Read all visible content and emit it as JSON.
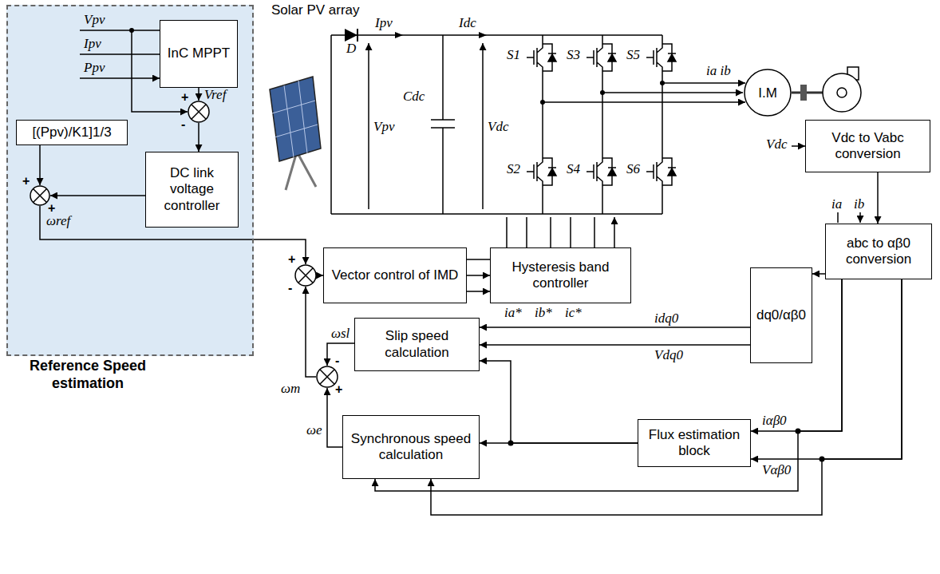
{
  "diagram": {
    "nodes": [
      {
        "text": [
          "Reference Speed estimation"
        ]
      },
      {
        "text": [
          "InC MPPT"
        ],
        "in": 0
      },
      {
        "text": [
          "+",
          "-"
        ],
        "in": 0
      },
      {
        "text": [
          "DC link voltage controller"
        ],
        "in": 0
      },
      {
        "text": [
          "[(Ppv)/K1]1/3"
        ],
        "in": 0
      },
      {
        "text": [
          "+",
          "+"
        ],
        "in": 0
      },
      {
        "text": [
          "+",
          "-"
        ]
      },
      {
        "text": [
          "Vector control of IMD"
        ]
      },
      {
        "text": [
          "Hysteresis band controller"
        ]
      },
      {
        "text": [
          "Vdc to Vabc conversion"
        ]
      },
      {
        "text": [
          "abc to αβ0 conversion"
        ]
      },
      {
        "text": [
          "dq0/αβ0"
        ]
      },
      {
        "text": [
          "Slip speed calculation"
        ]
      },
      {
        "text": [
          "-",
          "+"
        ]
      },
      {
        "text": [
          "Synchronous speed calculation"
        ]
      },
      {
        "text": [
          "Flux estimation block"
        ]
      },
      {
        "text": [
          "I.M"
        ]
      }
    ],
    "edges": [
      {
        "from": 1,
        "to": 2,
        "arrow": "to",
        "label": "Vref"
      },
      {
        "from": 2,
        "to": 3,
        "arrow": "to"
      },
      {
        "from": 3,
        "to": 5,
        "arrow": "to"
      },
      {
        "from": 4,
        "to": 5,
        "arrow": "to"
      },
      {
        "from": 5,
        "to": 6,
        "arrow": "to",
        "label": "ωref"
      },
      {
        "from": 6,
        "to": 7,
        "arrow": "to"
      },
      {
        "from": 7,
        "to": 8,
        "arrow": "to"
      },
      {
        "from": 9,
        "to": 10,
        "arrow": "to"
      },
      {
        "from": 10,
        "to": 11,
        "arrow": "to"
      },
      {
        "from": 11,
        "to": 12,
        "arrow": "to",
        "label": "idq0"
      },
      {
        "from": 11,
        "to": 12,
        "arrow": "to",
        "label": "Vdq0"
      },
      {
        "from": 12,
        "to": 13,
        "arrow": "to",
        "label": "ωsl"
      },
      {
        "from": 14,
        "to": 13,
        "arrow": "to",
        "label": "ωe"
      },
      {
        "from": 13,
        "to": 6,
        "arrow": "to",
        "label": "ωm"
      },
      {
        "from": 10,
        "to": 15,
        "arrow": "to",
        "label": "iαβ0"
      },
      {
        "from": 10,
        "to": 15,
        "arrow": "to",
        "label": "Vαβ0"
      },
      {
        "from": 15,
        "to": 14,
        "arrow": "to"
      },
      {
        "from": 15,
        "to": 12,
        "arrow": "to"
      },
      {
        "from": 10,
        "to": 14,
        "arrow": "to"
      },
      {
        "from": 10,
        "to": 14,
        "arrow": "to"
      }
    ],
    "labels": [
      "Vpv",
      "Ipv",
      "Ppv",
      "Solar PV array",
      "D",
      "Ipv",
      "Idc",
      "Vpv",
      "Cdc",
      "Vdc",
      "S1",
      "S3",
      "S5",
      "S2",
      "S4",
      "S6",
      "ia ib",
      "Vdc",
      "ia",
      "ib",
      "ia*",
      "ib*",
      "ic*"
    ]
  }
}
